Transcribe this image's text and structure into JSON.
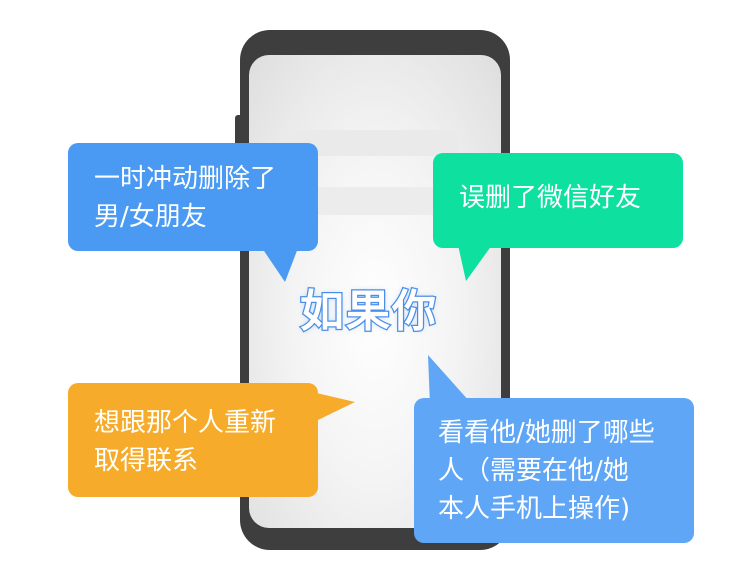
{
  "center_title": "如果你",
  "bubbles": {
    "top_left": {
      "lines": [
        "一时冲动删除了",
        "男/女朋友"
      ],
      "color": "#4a9af3"
    },
    "top_right": {
      "lines": [
        "误删了微信好友"
      ],
      "color": "#0ee0a0"
    },
    "bottom_left": {
      "lines": [
        "想跟那个人重新",
        "取得联系"
      ],
      "color": "#f6ab2a"
    },
    "bottom_right": {
      "lines": [
        "看看他/她删了哪些",
        "人（需要在他/她",
        "本人手机上操作)"
      ],
      "color": "#5fa6f6"
    }
  },
  "colors": {
    "phone_body": "#3e3e3e",
    "title_outline": "#4a8fe8"
  }
}
